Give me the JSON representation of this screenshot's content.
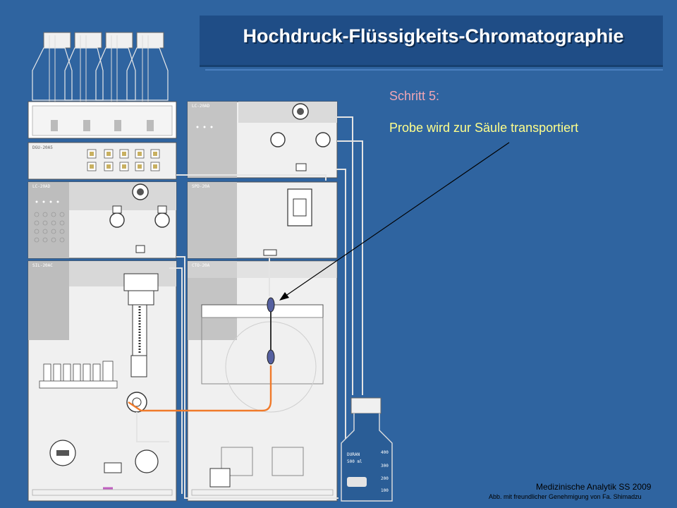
{
  "slide": {
    "title": "Hochdruck-Flüssigkeits-Chromatographie",
    "step_label": "Schritt 5:",
    "step_text": "Probe wird zur Säule transportiert",
    "footer_course": "Medizinische Analytik SS 2009",
    "footer_credit": "Abb. mit freundlicher Genehmigung von Fa. Shimadzu"
  },
  "modules": {
    "degasser": "DGU-20A5",
    "pump_left": "LC-20AD",
    "pump_top_right": "LC-20AD",
    "detector": "SPD-20A",
    "oven": "CTO-20A",
    "autosampler": "SIL-20AC"
  },
  "waste_bottle": {
    "brand": "DURAN",
    "volume": "500 ml",
    "scale_marks": [
      "400",
      "300",
      "200",
      "100"
    ]
  },
  "colors": {
    "background": "#2f64a0",
    "title_bar": "#1f4d86",
    "step_label": "#f0a6b4",
    "step_text": "#ffff8c",
    "sample_flow": "#f07a2a",
    "instrument": "#f0f0f0"
  },
  "icons": [
    "solvent-bottle-icon",
    "pump-head-icon",
    "column-icon",
    "injection-valve-icon",
    "waste-bottle-icon"
  ]
}
